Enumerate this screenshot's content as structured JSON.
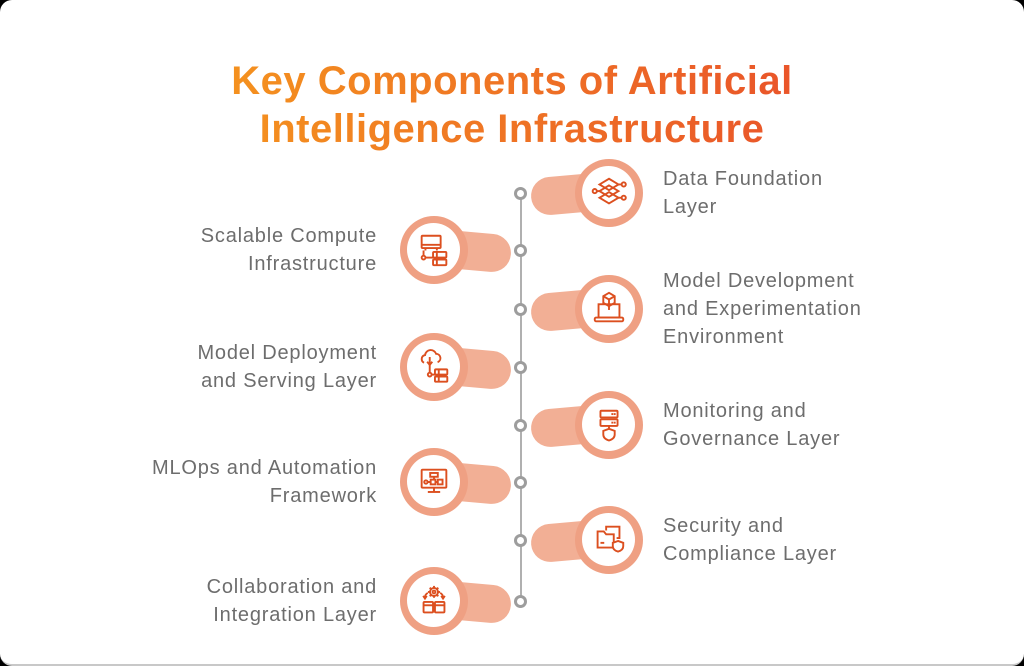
{
  "title": "Key Components of Artificial\nIntelligence Infrastructure",
  "theme": {
    "title_gradient_start": "#F7A11C",
    "title_gradient_end": "#E84D2B",
    "badge_ring_color": "#EFA083",
    "badge_tail_color": "#F2AF95",
    "icon_stroke_color": "#DC4F1F",
    "label_text_color": "#6D6D6D",
    "timeline_color": "#B0B0B0"
  },
  "items": [
    {
      "side": "right",
      "label": "Data Foundation\nLayer",
      "icon": "data-layers-icon"
    },
    {
      "side": "left",
      "label": "Scalable Compute\nInfrastructure",
      "icon": "compute-servers-icon"
    },
    {
      "side": "right",
      "label": "Model Development\nand Experimentation\nEnvironment",
      "icon": "laptop-cube-icon"
    },
    {
      "side": "left",
      "label": "Model Deployment\nand Serving Layer",
      "icon": "cloud-deploy-icon"
    },
    {
      "side": "right",
      "label": "Monitoring and\nGovernance Layer",
      "icon": "server-shield-icon"
    },
    {
      "side": "left",
      "label": "MLOps and Automation\nFramework",
      "icon": "monitor-flowchart-icon"
    },
    {
      "side": "right",
      "label": "Security and\nCompliance Layer",
      "icon": "folder-shield-icon"
    },
    {
      "side": "left",
      "label": "Collaboration and\nIntegration Layer",
      "icon": "gear-windows-icon"
    }
  ]
}
